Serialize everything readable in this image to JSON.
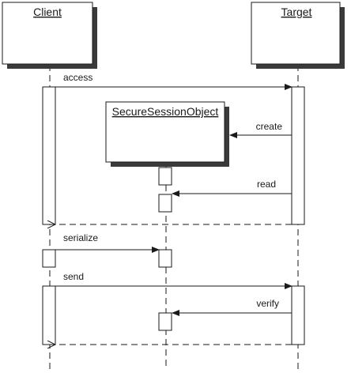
{
  "participants": {
    "client": {
      "name": "Client"
    },
    "target": {
      "name": "Target"
    },
    "session": {
      "name": "SecureSessionObject"
    }
  },
  "messages": {
    "access": "access",
    "create": "create",
    "read": "read",
    "serialize": "serialize",
    "send": "send",
    "verify": "verify"
  },
  "colors": {
    "line": "#1a1a1a",
    "shadow": "#3a3a3a",
    "box_fill": "#ffffff"
  }
}
